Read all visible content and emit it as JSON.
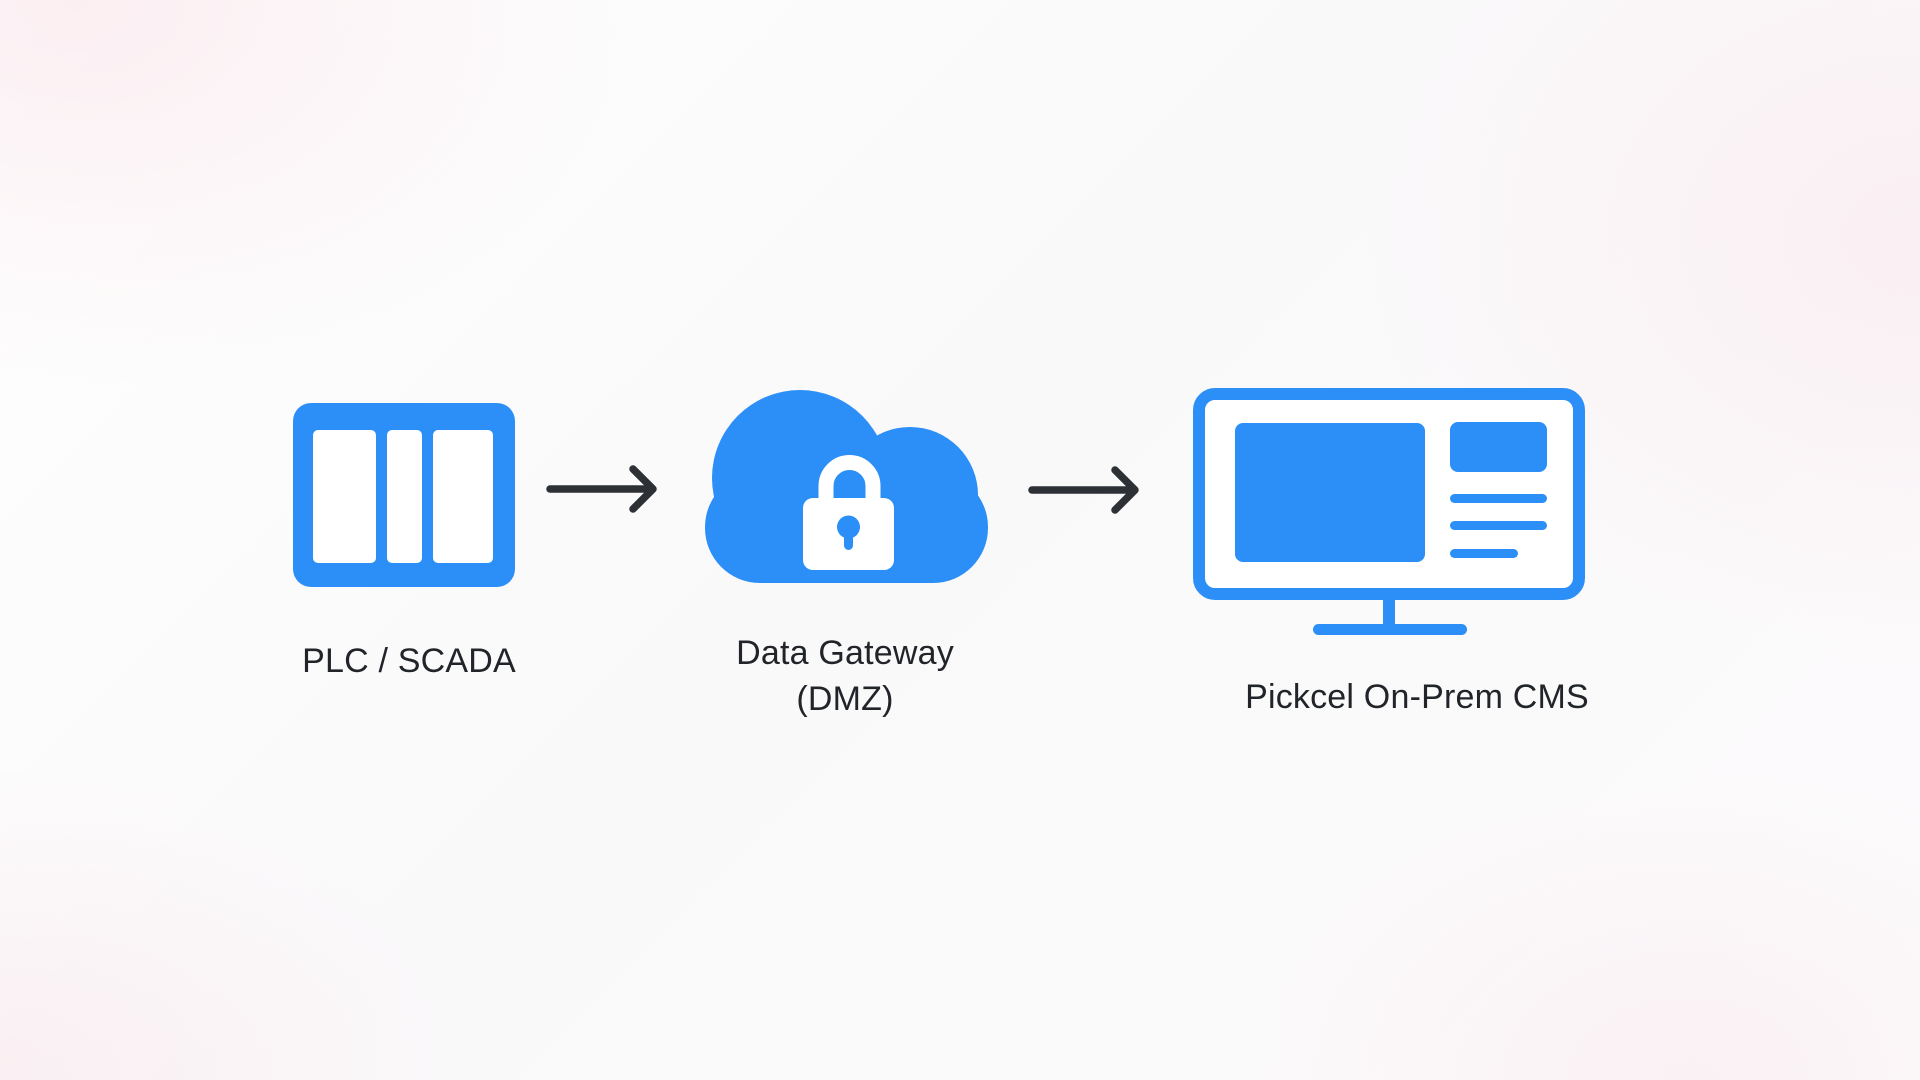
{
  "diagram": {
    "type": "flow",
    "colors": {
      "accent": "#2b8ff7",
      "arrow": "#2d3136",
      "text": "#212529"
    },
    "nodes": [
      {
        "id": "plc-scada",
        "label": "PLC / SCADA",
        "sublabel": "",
        "icon": "plc-panels-icon"
      },
      {
        "id": "data-gateway",
        "label": "Data Gateway",
        "sublabel": "(DMZ)",
        "icon": "cloud-lock-icon"
      },
      {
        "id": "pickcel-cms",
        "label": "Pickcel On-Prem CMS",
        "sublabel": "",
        "icon": "monitor-dashboard-icon"
      }
    ],
    "connections": [
      {
        "from": "plc-scada",
        "to": "data-gateway"
      },
      {
        "from": "data-gateway",
        "to": "pickcel-cms"
      }
    ]
  }
}
